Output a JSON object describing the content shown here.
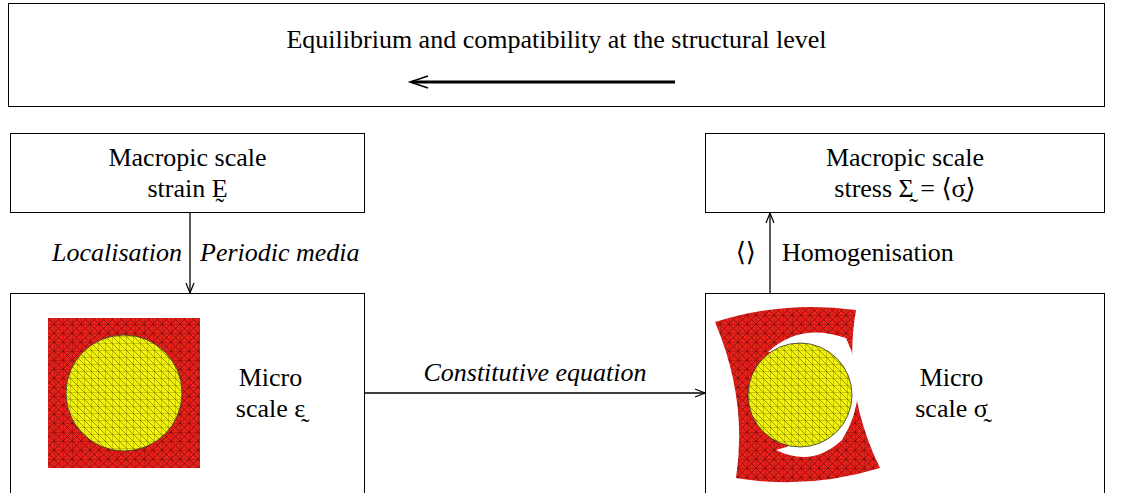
{
  "diagram": {
    "nodes": [
      {
        "text": [
          "Equilibrium and compatibility at the structural level"
        ]
      },
      {
        "text": [
          "Macropic scale strain Ḛ"
        ]
      },
      {
        "text": [
          "Macropic scale stress Σ̰ = ⟨σ̰⟩"
        ]
      },
      {
        "text": [
          "Micro scale ε̰"
        ]
      },
      {
        "text": [
          "Micro scale σ̰"
        ]
      }
    ],
    "edges": [
      {
        "from": 1,
        "to": 3,
        "arrow": "to",
        "label": "Localisation"
      },
      {
        "from": 3,
        "to": 4,
        "arrow": "to",
        "label": "Constitutive equation"
      },
      {
        "from": 4,
        "to": 2,
        "arrow": "to",
        "label": "Homogenisation"
      }
    ],
    "labels": [
      "Periodic media",
      "⟨⟩"
    ]
  }
}
